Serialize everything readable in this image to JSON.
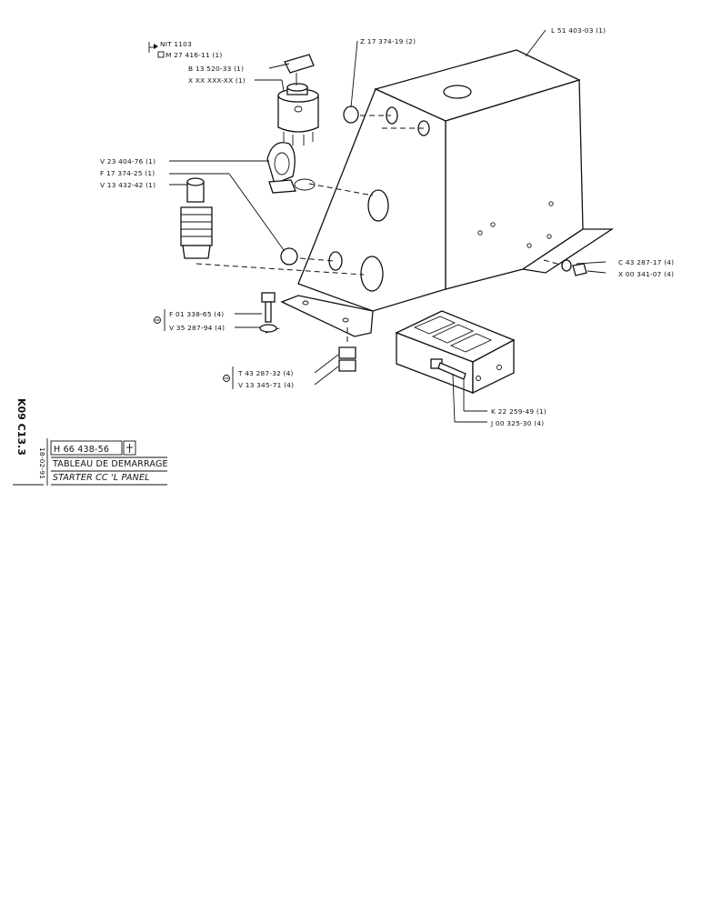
{
  "header": {
    "code": "K09 C13.3",
    "date": "18-02-91",
    "part_number": "H 66 438-56",
    "title_fr": "TABLEAU DE DEMARRAGE",
    "title_en": "STARTER CC    'L PANEL"
  },
  "parts": {
    "nit": "NIT 1103",
    "m27": "M 27 416-11 (1)",
    "b13": "B 13 520-33 (1)",
    "xxx": "X XX XXX-XX (1)",
    "z17": "Z 17 374-19 (2)",
    "l51": "L 51 403-03 (1)",
    "v23": "V 23 404-76 (1)",
    "f17": "F 17 374-25 (1)",
    "v13a": "V 13 432-42 (1)",
    "c43": "C 43 287-17 (4)",
    "x00": "X 00 341-07 (4)",
    "f01": "F 01 338-65 (4)",
    "v35": "V 35 287-94 (4)",
    "t43": "T 43 287-32 (4)",
    "v13b": "V 13 345-71 (4)",
    "k22": "K 22 259-49 (1)",
    "j00": "J 00 325-30 (4)"
  }
}
